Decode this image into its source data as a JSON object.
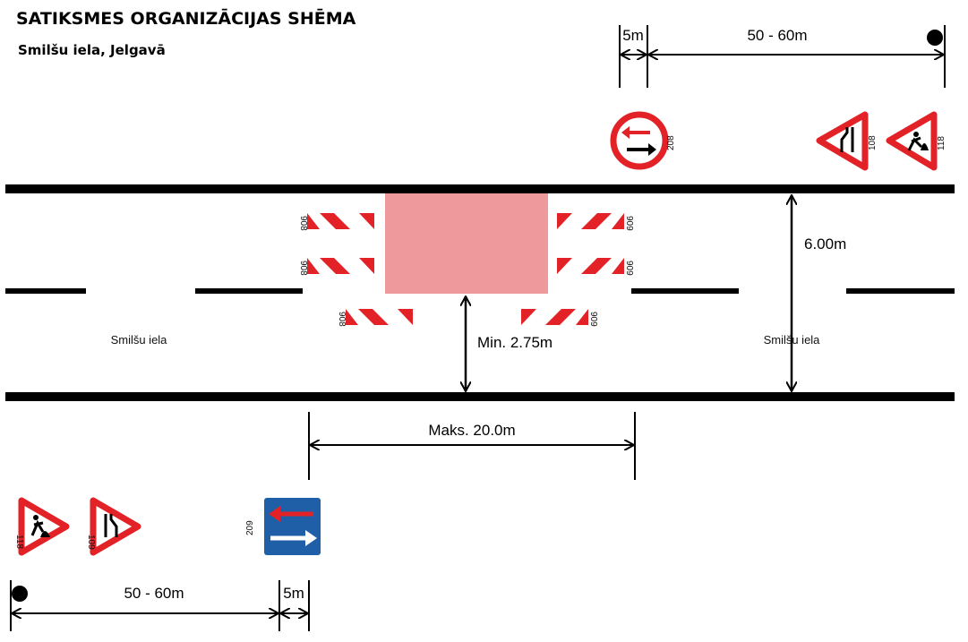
{
  "header": {
    "title": "SATIKSMES ORGANIZĀCIJAS SHĒMA",
    "subtitle": "Smilšu iela, Jelgavā"
  },
  "dimensions": {
    "top_short": "5m",
    "top_long": "50 - 60m",
    "bottom_short": "5m",
    "bottom_long": "50 - 60m",
    "road_width": "6.00m",
    "min_lane": "Min. 2.75m",
    "max_length": "Maks. 20.0m"
  },
  "street_labels": [
    "Smilšu iela",
    "Smilšu iela"
  ],
  "signs": {
    "top_priority": "208",
    "top_narrowing": "108",
    "top_roadworks": "118",
    "bottom_roadworks": "118",
    "bottom_narrowing": "109",
    "bottom_priority": "209"
  },
  "barriers": {
    "left": "908",
    "right": "909"
  },
  "colors": {
    "work_zone": "#ee9a9c",
    "sign_red": "#e32228",
    "sign_blue": "#1f5fa8"
  }
}
